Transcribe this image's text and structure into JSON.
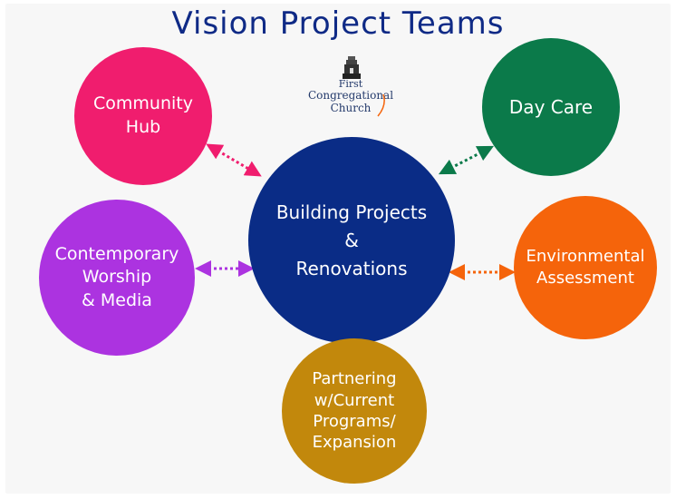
{
  "title": "Vision Project Teams",
  "logo": {
    "line1": "First",
    "line2": "Congregational",
    "line3": "Church",
    "icon": "church-building-icon"
  },
  "center": {
    "label": "Building Projects\n&\nRenovations",
    "color": "#0a2c86"
  },
  "teams": [
    {
      "id": "community",
      "label": "Community\nHub",
      "color": "#f01d6e"
    },
    {
      "id": "daycare",
      "label": "Day Care",
      "color": "#0b7a4a"
    },
    {
      "id": "worship",
      "label": "Contemporary\nWorship\n& Media",
      "color": "#ac33e0"
    },
    {
      "id": "environmental",
      "label": "Environmental\nAssessment",
      "color": "#f5640b"
    },
    {
      "id": "partnering",
      "label": "Partnering\nw/Current\nPrograms/\nExpansion",
      "color": "#c2880c"
    }
  ],
  "connectors": [
    {
      "from": "community",
      "to": "center",
      "color": "#f01d6e",
      "style": "dotted-double-arrow"
    },
    {
      "from": "daycare",
      "to": "center",
      "color": "#0b7a4a",
      "style": "dotted-double-arrow"
    },
    {
      "from": "worship",
      "to": "center",
      "color": "#ac33e0",
      "style": "dotted-double-arrow"
    },
    {
      "from": "environmental",
      "to": "center",
      "color": "#f5640b",
      "style": "dotted-double-arrow"
    }
  ]
}
